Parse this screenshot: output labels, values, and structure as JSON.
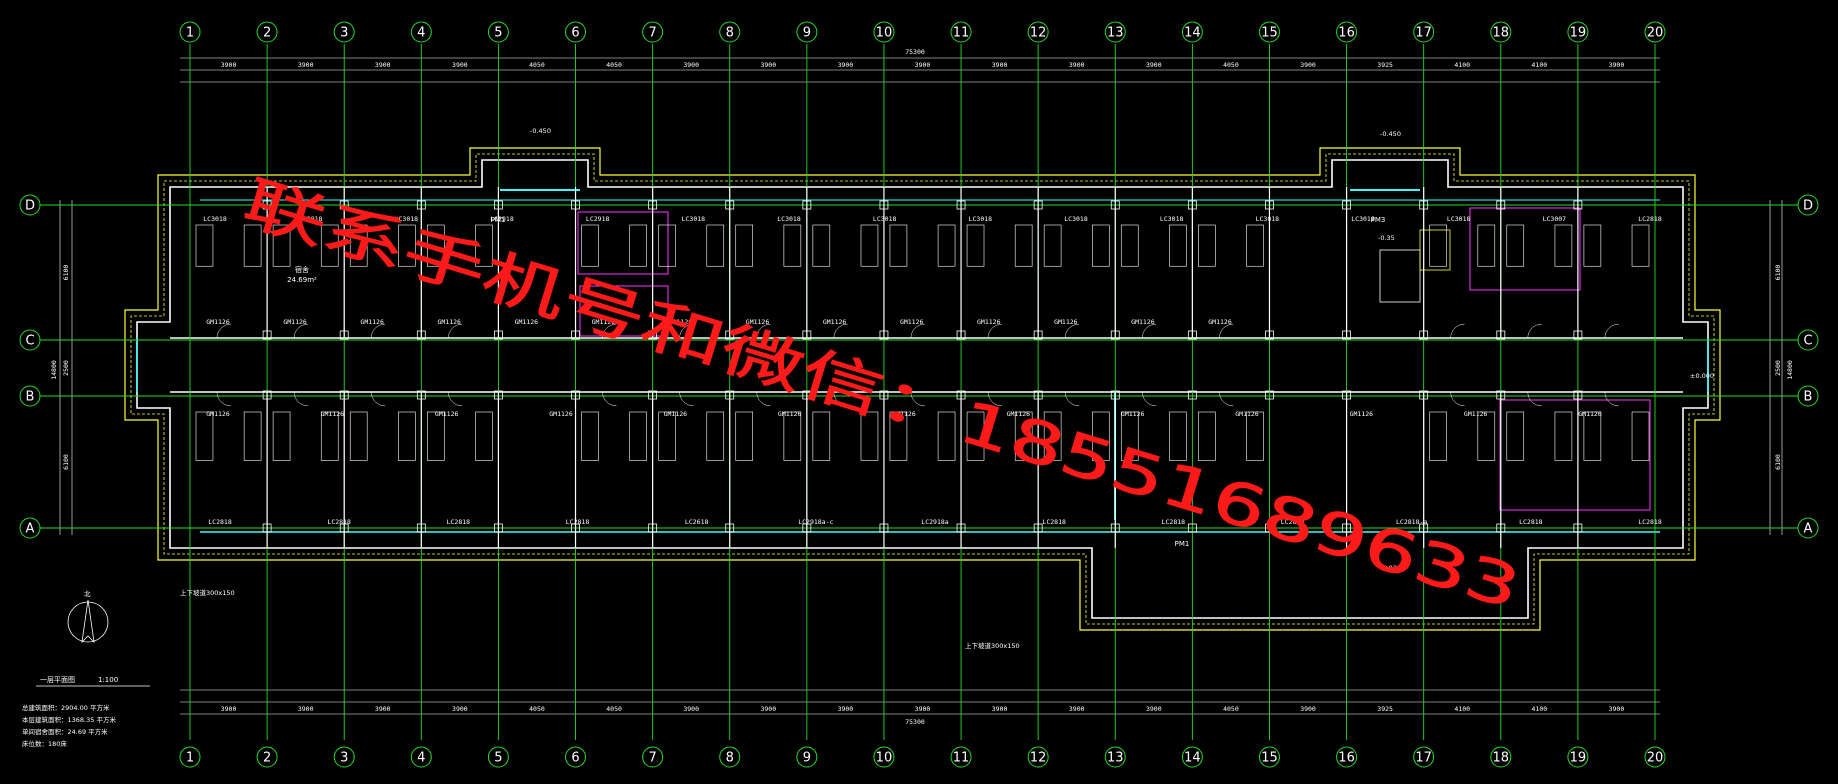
{
  "drawing": {
    "axes_top": [
      "1",
      "2",
      "3",
      "4",
      "5",
      "6",
      "7",
      "8",
      "9",
      "10",
      "11",
      "12",
      "13",
      "14",
      "15",
      "16",
      "17",
      "18",
      "19",
      "20"
    ],
    "axes_side": [
      "D",
      "C",
      "B",
      "A"
    ],
    "overall_dimension": "75300",
    "top_dims": [
      "3900",
      "3900",
      "3900",
      "3900",
      "4050",
      "4050",
      "3900",
      "3900",
      "3900",
      "3900",
      "3900",
      "3900",
      "3900",
      "4050",
      "3900",
      "3925",
      "4100",
      "4100",
      "3900"
    ],
    "bottom_dims": [
      "3900",
      "3900",
      "3900",
      "3900",
      "4050",
      "4050",
      "3900",
      "3900",
      "3900",
      "3900",
      "3900",
      "3900",
      "3900",
      "4050",
      "3900",
      "3925",
      "4100",
      "4100",
      "3900"
    ],
    "side_dims": [
      "6100",
      "2500",
      "6100",
      "14800"
    ],
    "window_labels_top": [
      "LC3018",
      "LC3018",
      "LC3018",
      "LC2918",
      "LC2918",
      "LC3018",
      "LC3018",
      "LC3018",
      "LC3018",
      "LC3018",
      "LC3018",
      "LC3018",
      "LC3018",
      "LC3018",
      "LC3007",
      "LC2818"
    ],
    "door_labels_top": [
      "GM1126",
      "GM1126",
      "GM1126",
      "GM1126",
      "GM1126",
      "GM1126",
      "GM1126",
      "GM1126",
      "GM1126",
      "GM1126",
      "GM1126",
      "GM1126",
      "GM1126",
      "GM1126"
    ],
    "door_labels_bottom": [
      "GM1126",
      "GM1126",
      "GM1126",
      "GM1126",
      "GM1126",
      "GM1126",
      "GM1126",
      "GM1126",
      "GM1126",
      "GM1126",
      "GM1126",
      "GM1126",
      "GM1126"
    ],
    "window_labels_bottom": [
      "LC2818",
      "LC2818",
      "LC2818",
      "LC2818",
      "LC2618",
      "LC2918a-c",
      "LC2918a",
      "LC2818",
      "LC2818",
      "LC2818",
      "LC2818-a",
      "LC2818",
      "LC2818"
    ],
    "room_label": "宿舍",
    "room_area": "24.69m²",
    "fire_room": "PM1",
    "stair_label": "PM3",
    "elevation_notes": [
      "-0.450",
      "-0.450",
      "-0.35",
      "±0.000",
      "-0.020"
    ],
    "title": "一层平面图",
    "scale": "1:100",
    "area_notes": [
      "总建筑面积：2904.00 平方米",
      "本层建筑面积：1368.35 平方米",
      "单间宿舍面积：24.69 平方米",
      "床位数：180床"
    ],
    "ramp_note": "上下坡道300x150",
    "north": "北"
  },
  "watermark": {
    "text": "联系手机号和微信：18551689633",
    "color": "#ff1a1a"
  },
  "colors": {
    "axis": "#22dd22",
    "wall": "#ffffff",
    "outline": "#ffff33",
    "window": "#33ffff",
    "fixture": "#ff33ff",
    "dim": "#ffffff"
  }
}
